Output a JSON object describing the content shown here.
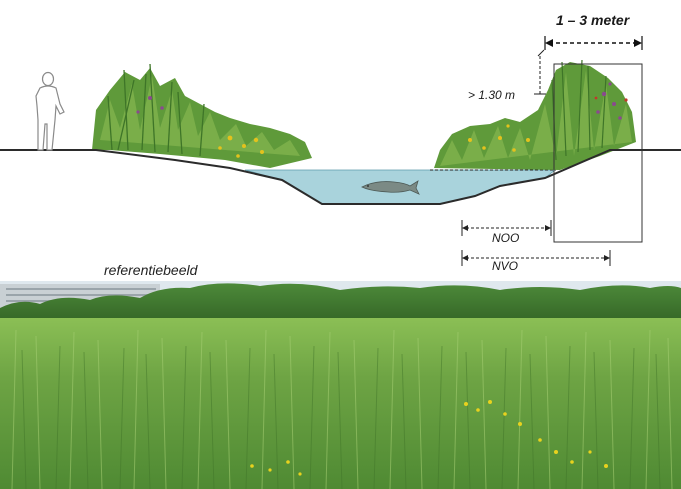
{
  "labels": {
    "width_range": "1 – 3 meter",
    "min_depth": "> 1.30 m",
    "noo": "NOO",
    "nvo": "NVO",
    "reference": "referentiebeeld"
  },
  "colors": {
    "water": "#a9d3dc",
    "water_edge": "#5e9bab",
    "reed_dark": "#3f7a2a",
    "reed_light": "#7db24a",
    "flower_yellow": "#e3c21d",
    "flower_purple": "#8a4a8e",
    "photo_sky": "#dfe8ee",
    "photo_trees": "#3e6e2c",
    "photo_grass": "#6fa144"
  },
  "icons": [
    "person-silhouette-icon",
    "fish-icon"
  ]
}
